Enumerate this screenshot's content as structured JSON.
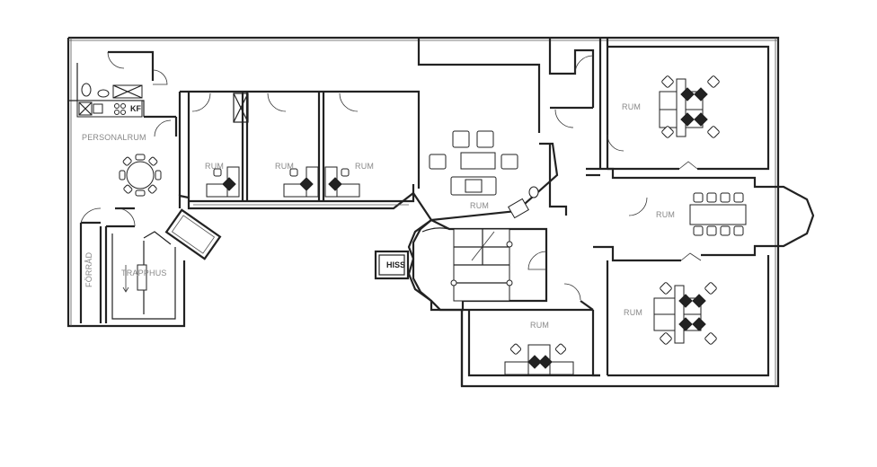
{
  "labels": {
    "personalrum": "PERSONALRUM",
    "kf": "KF",
    "forrad": "FÖRRÅD",
    "trapphus": "TRAPPHUS",
    "hiss": "HISS",
    "rum_small_1": "RUM",
    "rum_small_2": "RUM",
    "rum_small_3": "RUM",
    "rum_lounge": "RUM",
    "rum_top_right": "RUM",
    "rum_conference": "RUM",
    "rum_bottom_right": "RUM",
    "rum_bottom_center": "RUM"
  }
}
